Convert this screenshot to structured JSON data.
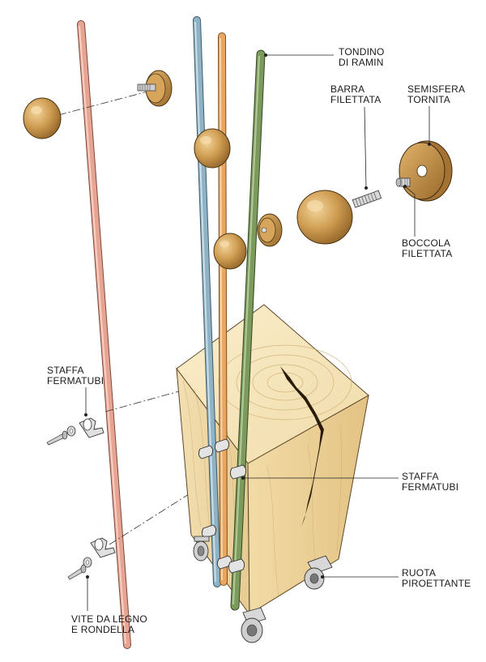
{
  "labels": {
    "tondino": {
      "l1": "TONDINO",
      "l2": "DI RAMIN"
    },
    "barra": {
      "l1": "BARRA",
      "l2": "FILETTATA"
    },
    "semisfera": {
      "l1": "SEMISFERA",
      "l2": "TORNITA"
    },
    "boccola": {
      "l1": "BOCCOLA",
      "l2": "FILETTATA"
    },
    "staffa_left": {
      "l1": "STAFFA",
      "l2": "FERMATUBI"
    },
    "staffa_right": {
      "l1": "STAFFA",
      "l2": "FERMATUBI"
    },
    "ruota": {
      "l1": "RUOTA",
      "l2": "PIROETTANTE"
    },
    "vite": {
      "l1": "VITE DA LEGNO",
      "l2": "E RONDELLA"
    }
  },
  "colors": {
    "rod_pink": "#e8a493",
    "rod_blue": "#8fb3c4",
    "rod_orange": "#e9a660",
    "rod_green": "#7c9a5c",
    "wood_light": "#f1dcae",
    "wood_mid": "#e6c98d",
    "knob": "#c89446"
  }
}
